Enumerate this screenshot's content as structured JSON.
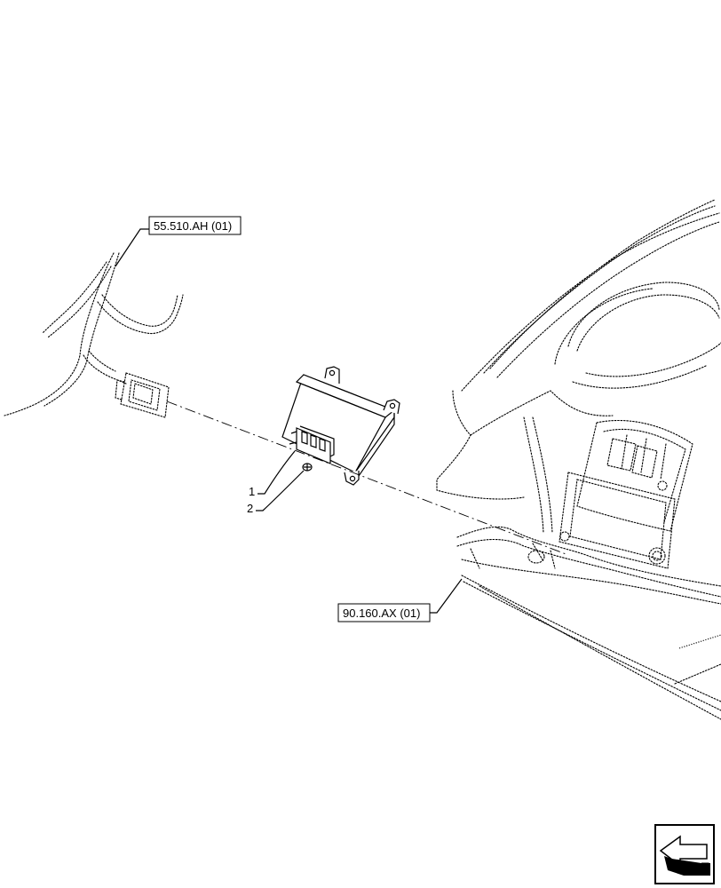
{
  "references": {
    "harness_ref": "55.510.AH (01)",
    "cab_ref": "90.160.AX (01)"
  },
  "callouts": {
    "item1": "1",
    "item2": "2"
  },
  "nav": {
    "icon": "previous-page-arrow-icon"
  }
}
